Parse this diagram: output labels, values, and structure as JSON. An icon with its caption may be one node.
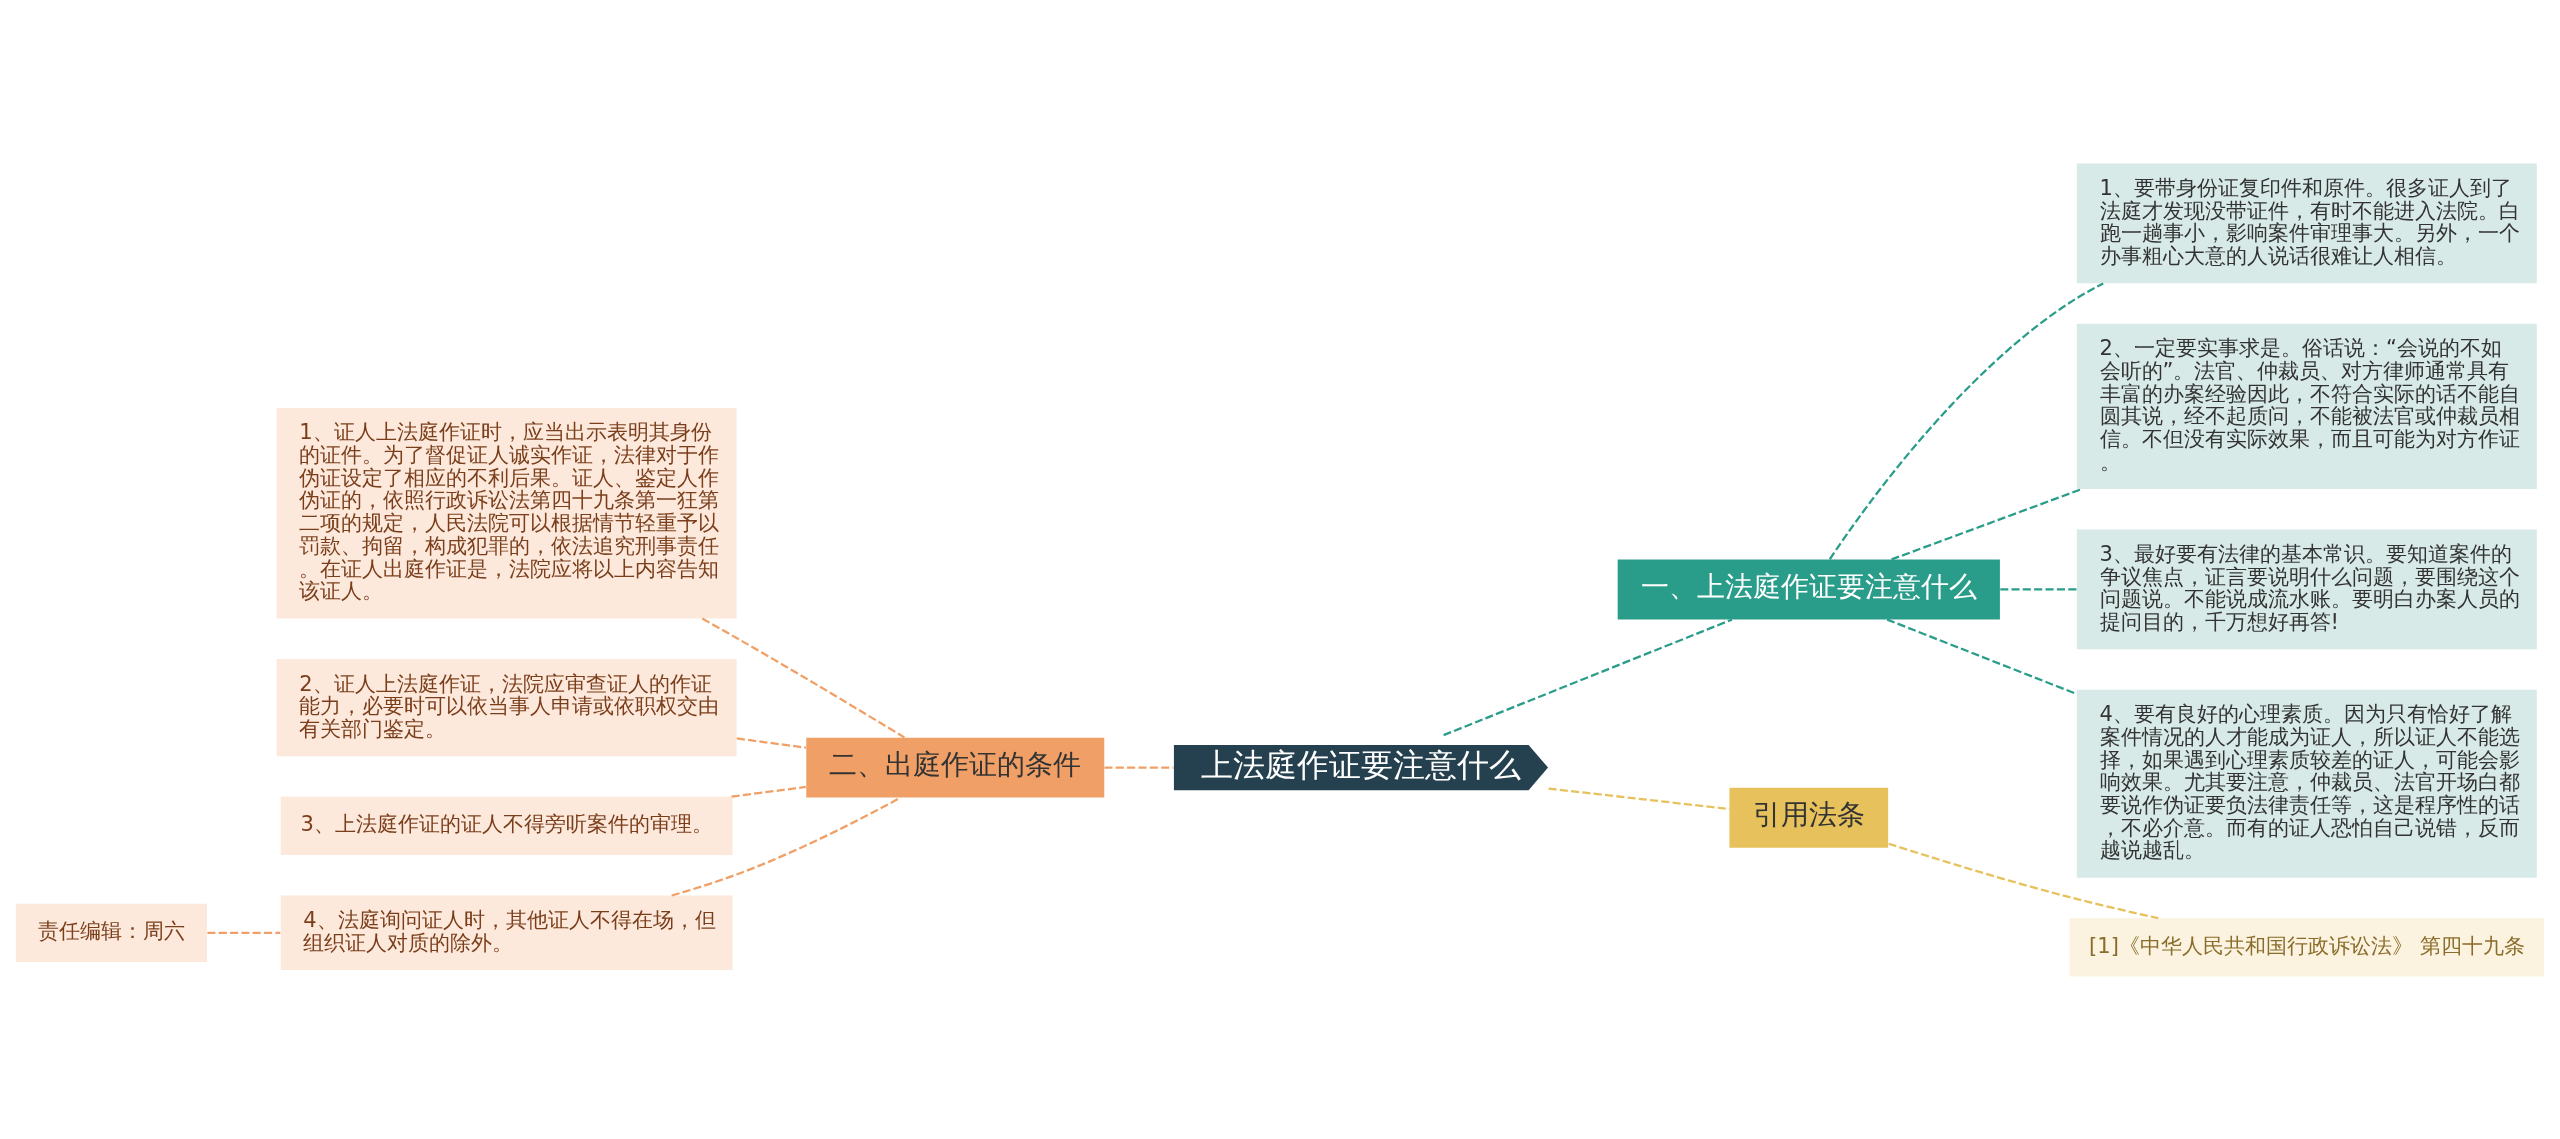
{
  "diagram": {
    "nodes": [
      {
        "text": [
          "上法庭作证要注意什么"
        ]
      },
      {
        "text": [
          "一、上法庭作证要注意什么"
        ]
      },
      {
        "text": [
          "1、要带身份证复印件和原件。很多证人到了法庭才发现没带证件，有时不能进入法院。白跑一趟事小，影响案件审理事大。另外，一个办事粗心大意的人说话很难让人相信。"
        ]
      },
      {
        "text": [
          "2、一定要实事求是。俗话说：“会说的不如会听的”。法官、仲裁员、对方律师通常具有丰富的办案经验因此，不符合实际的话不能自圆其说，经不起质问，不能被法官或仲裁员相信。不但没有实际效果，而且可能为对方作证。"
        ]
      },
      {
        "text": [
          "3、最好要有法律的基本常识。要知道案件的争议焦点，证言要说明什么问题，要围绕这个问题说。不能说成流水账。要明白办案人员的提问目的，千万想好再答!"
        ]
      },
      {
        "text": [
          "4、要有良好的心理素质。因为只有恰好了解案件情况的人才能成为证人，所以证人不能选择，如果遇到心理素质较差的证人，可能会影响效果。尤其要注意，仲裁员、法官开场白都要说作伪证要负法律责任等，这是程序性的话，不必介意。而有的证人恐怕自己说错，反而越说越乱。"
        ]
      },
      {
        "text": [
          "引用法条"
        ]
      },
      {
        "text": [
          "[1]《中华人民共和国行政诉讼法》 第四十九条"
        ]
      },
      {
        "text": [
          "二、出庭作证的条件"
        ]
      },
      {
        "text": [
          "1、证人上法庭作证时，应当出示表明其身份的证件。为了督促证人诚实作证，法律对于作伪证设定了相应的不利后果。证人、鉴定人作伪证的，依照行政诉讼法第四十九条第一狂第二项的规定，人民法院可以根据情节轻重予以罚款、拘留，构成犯罪的，依法追究刑事责任。在证人出庭作证是，法院应将以上内容告知该证人。"
        ]
      },
      {
        "text": [
          "2、证人上法庭作证，法院应审查证人的作证能力，必要时可以依当事人申请或依职权交由有关部门鉴定。"
        ]
      },
      {
        "text": [
          "3、上法庭作证的证人不得旁听案件的审理。"
        ]
      },
      {
        "text": [
          "4、法庭询问证人时，其他证人不得在场，但组织证人对质的除外。"
        ]
      },
      {
        "text": [
          "责任编辑：周六"
        ]
      }
    ],
    "edges": [
      {
        "from": 0,
        "to": 1,
        "arrow": "none",
        "style": "dashed",
        "color": "#2a9d8a"
      },
      {
        "from": 1,
        "to": 2,
        "arrow": "none",
        "style": "dashed",
        "color": "#2a9d8a"
      },
      {
        "from": 1,
        "to": 3,
        "arrow": "none",
        "style": "dashed",
        "color": "#2a9d8a"
      },
      {
        "from": 1,
        "to": 4,
        "arrow": "none",
        "style": "dashed",
        "color": "#2a9d8a"
      },
      {
        "from": 1,
        "to": 5,
        "arrow": "none",
        "style": "dashed",
        "color": "#2a9d8a"
      },
      {
        "from": 0,
        "to": 6,
        "arrow": "none",
        "style": "dashed",
        "color": "#e6c15c"
      },
      {
        "from": 6,
        "to": 7,
        "arrow": "none",
        "style": "dashed",
        "color": "#e6c15c"
      },
      {
        "from": 0,
        "to": 8,
        "arrow": "none",
        "style": "dashed",
        "color": "#f0a066"
      },
      {
        "from": 8,
        "to": 9,
        "arrow": "none",
        "style": "dashed",
        "color": "#f0a066"
      },
      {
        "from": 8,
        "to": 10,
        "arrow": "none",
        "style": "dashed",
        "color": "#f0a066"
      },
      {
        "from": 8,
        "to": 11,
        "arrow": "none",
        "style": "dashed",
        "color": "#f0a066"
      },
      {
        "from": 8,
        "to": 12,
        "arrow": "none",
        "style": "dashed",
        "color": "#f0a066"
      },
      {
        "from": 12,
        "to": 13,
        "arrow": "none",
        "style": "dashed",
        "color": "#f0a066"
      }
    ]
  }
}
